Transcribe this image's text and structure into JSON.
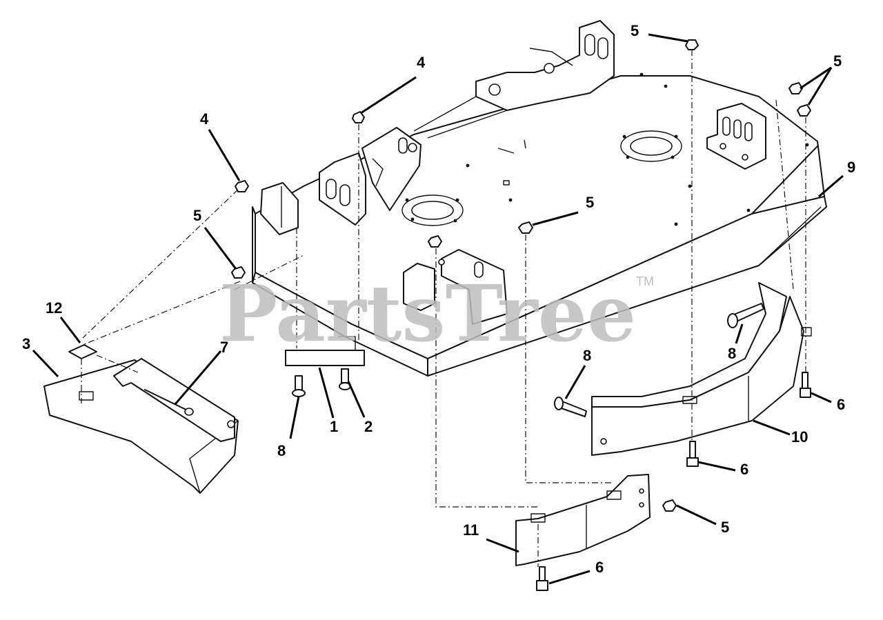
{
  "watermark": {
    "text": "PartsTree",
    "trademark": "TM"
  },
  "callouts": [
    {
      "id": "c1",
      "label": "1"
    },
    {
      "id": "c2",
      "label": "2"
    },
    {
      "id": "c3",
      "label": "3"
    },
    {
      "id": "c4a",
      "label": "4"
    },
    {
      "id": "c4b",
      "label": "4"
    },
    {
      "id": "c5a",
      "label": "5"
    },
    {
      "id": "c5b",
      "label": "5"
    },
    {
      "id": "c5c",
      "label": "5"
    },
    {
      "id": "c5d",
      "label": "5"
    },
    {
      "id": "c5e",
      "label": "5"
    },
    {
      "id": "c6a",
      "label": "6"
    },
    {
      "id": "c6b",
      "label": "6"
    },
    {
      "id": "c6c",
      "label": "6"
    },
    {
      "id": "c7",
      "label": "7"
    },
    {
      "id": "c8a",
      "label": "8"
    },
    {
      "id": "c8b",
      "label": "8"
    },
    {
      "id": "c8c",
      "label": "8"
    },
    {
      "id": "c9",
      "label": "9"
    },
    {
      "id": "c10",
      "label": "10"
    },
    {
      "id": "c11",
      "label": "11"
    },
    {
      "id": "c12",
      "label": "12"
    }
  ],
  "colors": {
    "linework": "#111111",
    "background": "#ffffff",
    "watermark": "#bdbdbd"
  }
}
